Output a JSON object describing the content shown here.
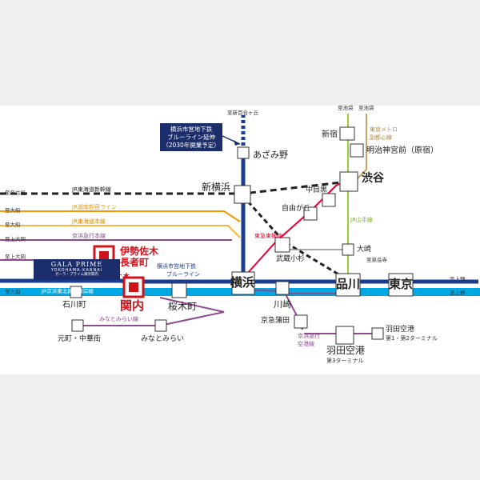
{
  "notice": {
    "line1": "横浜市営地下鉄",
    "line2": "ブルーライン延伸",
    "line3": "（2030年開業予定）"
  },
  "property": {
    "name": "GALA PRIME",
    "sub": "YOKOHAMA-KANNAI",
    "desc": "ガーラ・プライム横浜関内"
  },
  "stations": {
    "azamino": "あざみ野",
    "shin_yokohama": "新横浜",
    "yokohama": "横浜",
    "shinagawa": "品川",
    "tokyo": "東京",
    "shibuya": "渋谷",
    "shinjuku": "新宿",
    "meiji_jingumae": "明治神宮前（原宿）",
    "nakameguro": "中目黒",
    "jiyugaoka": "自由が丘",
    "musashikosugi": "武蔵小杉",
    "osaki": "大崎",
    "kawasaki": "川崎",
    "keikyu_kamata": "京急蒲田",
    "haneda_3": "羽田空港",
    "haneda_3_sub": "第3ターミナル",
    "haneda_12": "羽田空港",
    "haneda_12_sub": "第1・第2ターミナル",
    "isezakichojamachi_1": "伊勢佐木",
    "isezakichojamachi_2": "長者町",
    "kannai": "関内",
    "sakuragicho": "桜木町",
    "ishikawacho": "石川町",
    "motomachi": "元町・中華街",
    "minatomirai": "みなとみらい"
  },
  "destinations": {
    "shinyurigaoka": "至新百合ヶ丘",
    "ikebukuro_1": "至池袋",
    "ikebukuro_2": "至池袋",
    "nagoya": "至名古屋",
    "ofuna_1": "至大船",
    "ofuna_2": "至大船",
    "ofuna_3": "至大船",
    "kamiooka_1": "至上大岡",
    "kamiooka_2": "至上大岡",
    "sengakuji": "至泉岳寺",
    "ueno_1": "至上野",
    "ueno_2": "至上野"
  },
  "lines": {
    "shinkansen": "JR東海道新幹線",
    "shonan_shinjuku": "JR湘南新宿ライン",
    "tokaido": "JR東海道本線",
    "keikyu_main": "京浜急行本線",
    "blue_line": "横浜市営地下鉄",
    "blue_line_2": "ブルーライン",
    "keihin_tohoku": "JR京浜東北線・根岸線",
    "minatomirai_line": "みなとみらい線",
    "toyoko": "東急東横線",
    "yamanote": "JR山手線",
    "fukutoshin_1": "東京メトロ",
    "fukutoshin_2": "副都心線",
    "keikyu_airport_1": "京浜急行",
    "keikyu_airport_2": "空港線"
  },
  "colors": {
    "keihin_tohoku": "#00a7e3",
    "blue_line": "#1a3d8f",
    "shonan": "#f39800",
    "tokaido": "#f5b642",
    "keikyu": "#8e4b8e",
    "minatomirai": "#8e4b8e",
    "toyoko": "#e60033",
    "yamanote": "#9acd32",
    "fukutoshin": "#c8a36a",
    "property_red": "#d0121b"
  }
}
